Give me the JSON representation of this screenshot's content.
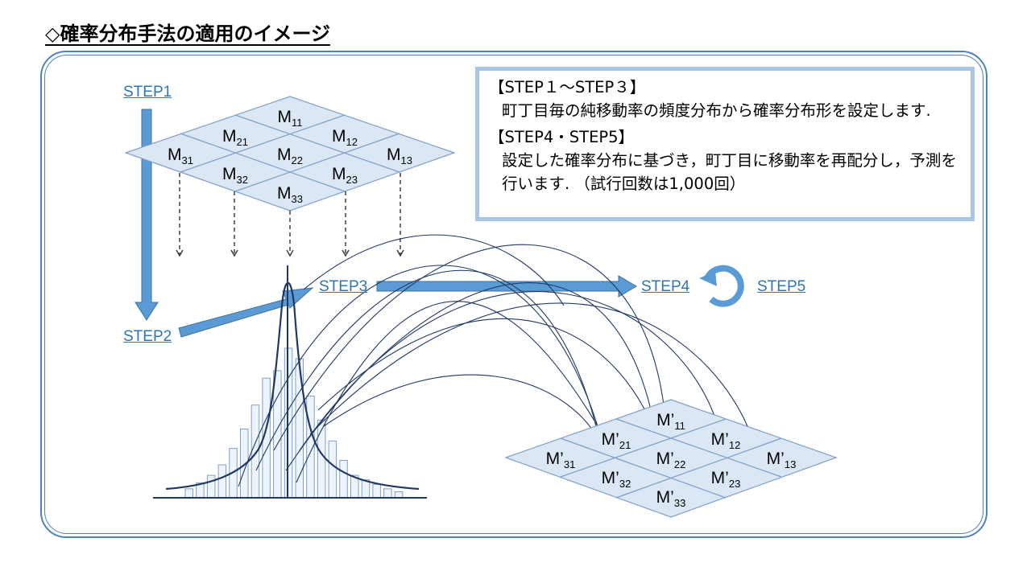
{
  "title": "◇確率分布手法の適用のイメージ",
  "steps": {
    "step1": "STEP1",
    "step2": "STEP2",
    "step3": "STEP3",
    "step4": "STEP4",
    "step5": "STEP5"
  },
  "info": {
    "heading1": "【STEP１～STEP３】",
    "text1": "町丁目毎の純移動率の頻度分布から確率分布形を設定します.",
    "heading2": "【STEP4・STEP5】",
    "text2": "設定した確率分布に基づき，町丁目に移動率を再配分し，予測を行います.  （試行回数は1,000回）"
  },
  "top_grid": {
    "cells": [
      {
        "base": "M",
        "sub": "11"
      },
      {
        "base": "M",
        "sub": "21"
      },
      {
        "base": "M",
        "sub": "12"
      },
      {
        "base": "M",
        "sub": "31"
      },
      {
        "base": "M",
        "sub": "22"
      },
      {
        "base": "M",
        "sub": "13"
      },
      {
        "base": "M",
        "sub": "32"
      },
      {
        "base": "M",
        "sub": "23"
      },
      {
        "base": "M",
        "sub": "33"
      }
    ]
  },
  "bottom_grid": {
    "cells": [
      {
        "base": "M’",
        "sub": "11"
      },
      {
        "base": "M’",
        "sub": "21"
      },
      {
        "base": "M’",
        "sub": "12"
      },
      {
        "base": "M’",
        "sub": "31"
      },
      {
        "base": "M’",
        "sub": "22"
      },
      {
        "base": "M’",
        "sub": "13"
      },
      {
        "base": "M’",
        "sub": "32"
      },
      {
        "base": "M’",
        "sub": "23"
      },
      {
        "base": "M’",
        "sub": "33"
      }
    ]
  },
  "histogram": {
    "relative_heights": [
      0.06,
      0.1,
      0.15,
      0.22,
      0.33,
      0.46,
      0.62,
      0.8,
      0.85,
      1.0,
      0.93,
      0.68,
      0.52,
      0.38,
      0.25,
      0.15,
      0.12,
      0.09,
      0.06,
      0.04
    ]
  },
  "colors": {
    "accent": "#4f81bd",
    "arrow_fill": "#5b9bd5",
    "grid_fill": "#dbe7f5",
    "grid_stroke": "#7f9fc7",
    "link": "#2e75b6",
    "curve": "#1f3864",
    "info_border": "#a9c5e6"
  }
}
